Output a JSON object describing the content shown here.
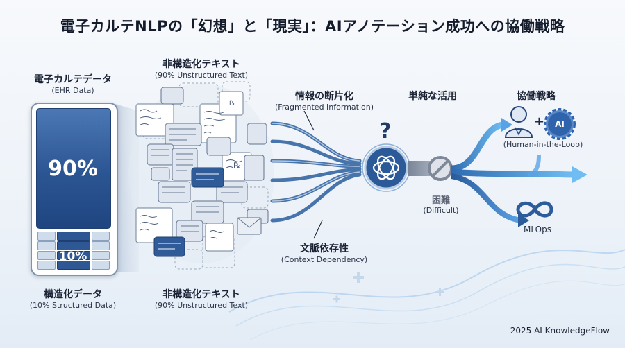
{
  "title": "電子カルテNLPの「幻想」と「現実」：AIアノテーション成功への協働戦略",
  "labels": {
    "ehr": {
      "main": "電子カルテデータ",
      "sub": "(EHR Data)"
    },
    "unstructured_top": {
      "main": "非構造化テキスト",
      "sub": "(90% Unstructured Text)"
    },
    "structured": {
      "main": "構造化データ",
      "sub": "(10% Structured Data)"
    },
    "unstructured_bottom": {
      "main": "非構造化テキスト",
      "sub": "(90% Unstructured Text)"
    },
    "fragmented": {
      "main": "情報の断片化",
      "sub": "(Fragmented Information)"
    },
    "context": {
      "main": "文脈依存性",
      "sub": "(Context Dependency)"
    },
    "simple_use": {
      "main": "単純な活用"
    },
    "difficult": {
      "main": "困難",
      "sub": "(Difficult)"
    },
    "collab": {
      "main": "協働戦略"
    },
    "hitl": {
      "sub": "(Human-in-the-Loop)"
    },
    "mlops": {
      "main": "MLOps"
    }
  },
  "ehr_block": {
    "big_value": "90%",
    "small_value": "10%"
  },
  "icons": {
    "ai_badge": "AI",
    "plus": "+",
    "question": "?"
  },
  "credit": "2025 AI KnowledgeFlow",
  "colors": {
    "primary": "#2b5592",
    "light": "#cfdceb",
    "arrow_light": "#5aa2e6"
  }
}
